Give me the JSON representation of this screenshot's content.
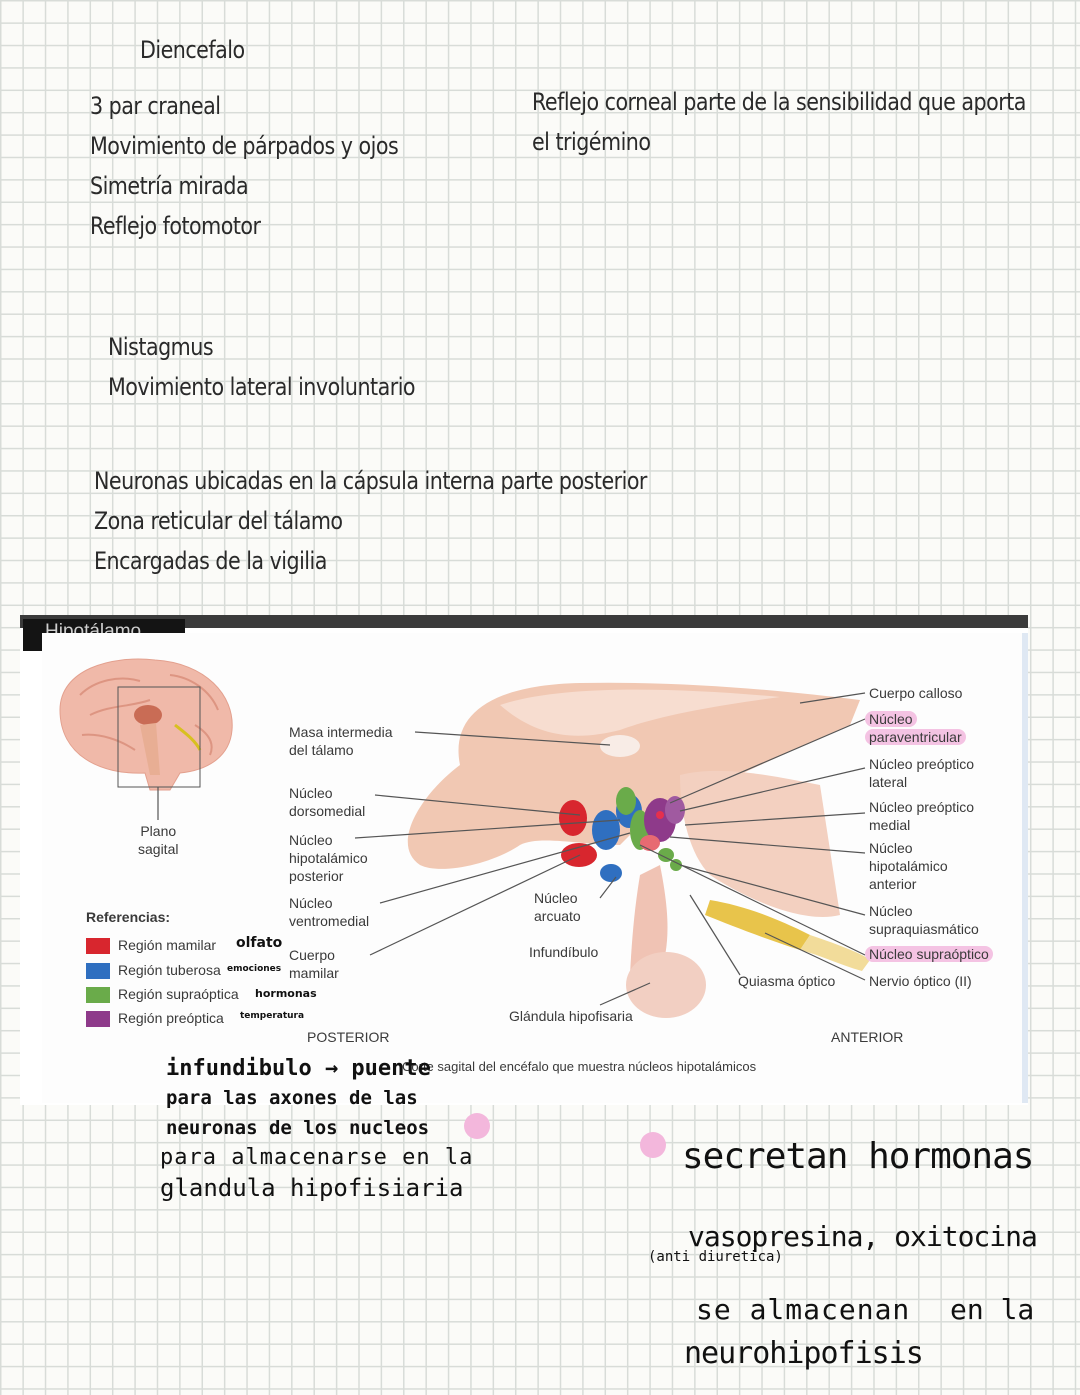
{
  "notes": {
    "title": "Diencefalo",
    "left_block_1": [
      "3 par craneal",
      "Movimiento de párpados y ojos",
      "Simetría mirada",
      "Reflejo fotomotor"
    ],
    "right_block_1": [
      "Reflejo corneal parte de la sensibilidad que aporta",
      "el trigémino"
    ],
    "block_2": [
      "Nistagmus",
      "Movimiento lateral involuntario"
    ],
    "block_3": [
      "Neuronas ubicadas en la cápsula interna parte posterior",
      "Zona reticular del tálamo",
      "Encargadas de la vigilia"
    ]
  },
  "figure": {
    "tab_title": "Hipotálamo",
    "plane_label": "Plano\nsagital",
    "legend_title": "Referencias:",
    "legend": [
      {
        "label": "Región mamilar",
        "color": "#d8262e",
        "note": "olfato"
      },
      {
        "label": "Región tuberosa",
        "color": "#2f6fc0",
        "note": "emociones"
      },
      {
        "label": "Región supraóptica",
        "color": "#6aab4a",
        "note": "hormonas"
      },
      {
        "label": "Región preóptica",
        "color": "#8e3a8a",
        "note": "temperatura"
      }
    ],
    "left_labels": {
      "masa": "Masa intermedia\ndel tálamo",
      "dorsomedial": "Núcleo\ndorsomedial",
      "posterior": "Núcleo\nhipotalámico\nposterior",
      "ventromedial": "Núcleo\nventromedial",
      "mamilar": "Cuerpo\nmamilar"
    },
    "center_labels": {
      "arcuato": "Núcleo\narcuato",
      "infundibulo": "Infundíbulo",
      "glandula": "Glándula hipofisaria",
      "quiasma": "Quiasma óptico"
    },
    "right_labels": {
      "calloso": "Cuerpo calloso",
      "paraventricular_1": "Núcleo",
      "paraventricular_2": "paraventricular",
      "preoptico_lateral": "Núcleo preóptico\nlateral",
      "preoptico_medial": "Núcleo preóptico\nmedial",
      "hip_anterior": "Núcleo\nhipotalámico\nanterior",
      "supraquiasmatico": "Núcleo\nsupraquiasmático",
      "supraoptico": "Núcleo supraóptico",
      "nervio": "Nervio óptico (II)"
    },
    "posterior": "POSTERIOR",
    "anterior": "ANTERIOR",
    "caption": "Corte sagital del encéfalo que muestra núcleos hipotalámicos"
  },
  "handwriting": {
    "left": [
      "infundibulo → puente",
      "para las axones de las",
      "neuronas de los nucleos",
      "para almacenarse en la",
      "glandula hipofisiaria"
    ],
    "right_title": "secretan hormonas",
    "right_line2": "vasopresina, oxitocina",
    "right_note": "(anti diuretica)",
    "right_line3a": "se almacenan",
    "right_line3b": "en la",
    "right_line4": "neurohipofisis"
  },
  "colors": {
    "highlight_pink": "#f4c3e3",
    "bullet_pink": "#f3b7dc"
  }
}
